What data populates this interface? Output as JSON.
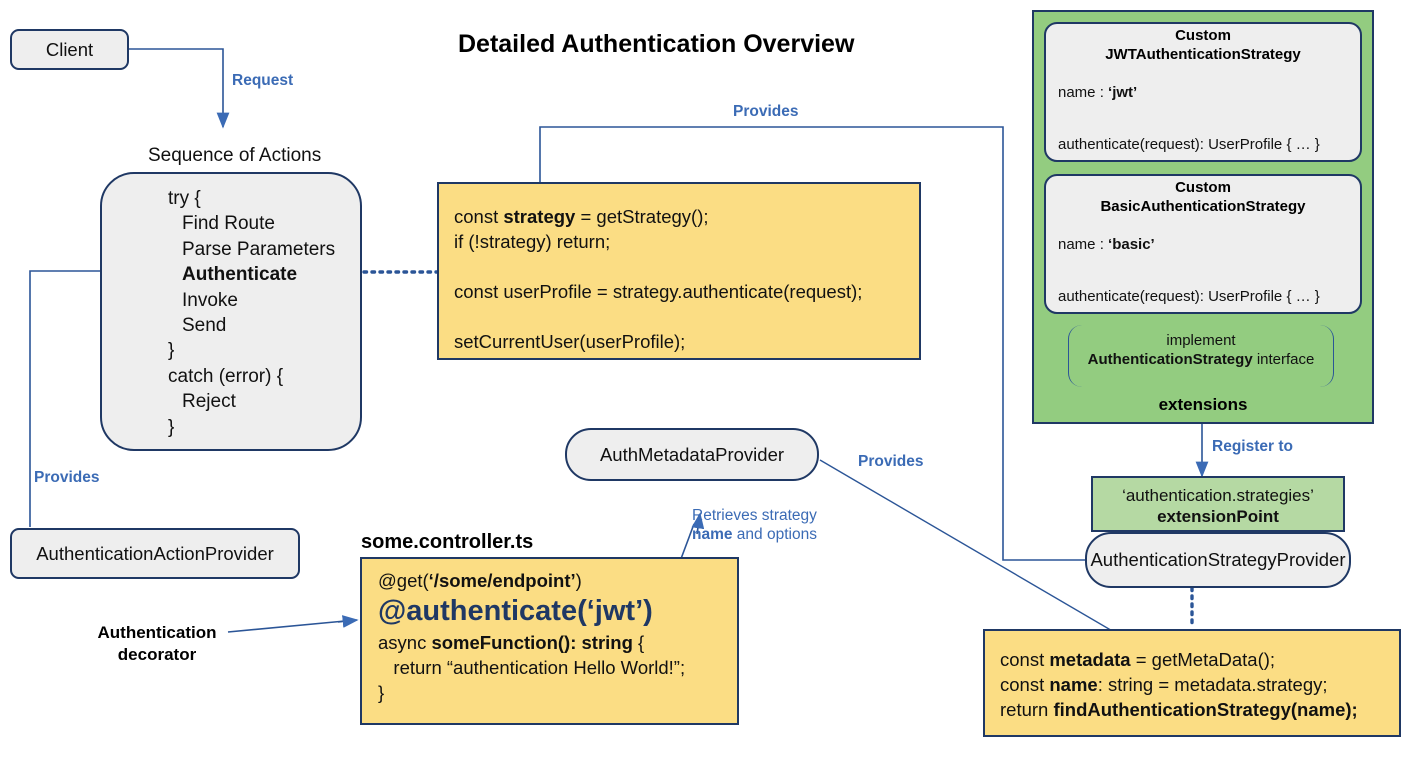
{
  "title": "Detailed Authentication Overview",
  "nodes": {
    "client": "Client",
    "sequence_caption": "Sequence of Actions",
    "sequence_steps": [
      {
        "text": "try {",
        "bold": false,
        "indent": 0
      },
      {
        "text": "Find Route",
        "bold": false,
        "indent": 1
      },
      {
        "text": "Parse Parameters",
        "bold": false,
        "indent": 1
      },
      {
        "text": "Authenticate",
        "bold": true,
        "indent": 1
      },
      {
        "text": "Invoke",
        "bold": false,
        "indent": 1
      },
      {
        "text": "Send",
        "bold": false,
        "indent": 1
      },
      {
        "text": "}",
        "bold": false,
        "indent": 0
      },
      {
        "text": "catch (error) {",
        "bold": false,
        "indent": 0
      },
      {
        "text": "Reject",
        "bold": false,
        "indent": 1
      },
      {
        "text": "}",
        "bold": false,
        "indent": 0
      }
    ],
    "auth_action_provider": "AuthenticationActionProvider",
    "auth_metadata_provider": "AuthMetadataProvider",
    "auth_strategy_provider": "AuthenticationStrategyProvider",
    "extension_point_line1": "‘authentication.strategies’",
    "extension_point_line2": "extensionPoint",
    "extensions_label": "extensions",
    "brace_line1": "implement",
    "brace_line2_bold": "AuthenticationStrategy",
    "brace_line2_rest": " interface",
    "decorator_label": "Authentication\ndecorator",
    "file_label": "some.controller.ts"
  },
  "code_auth": {
    "lines": [
      [
        {
          "t": "const ",
          "b": false
        },
        {
          "t": "strategy",
          "b": true
        },
        {
          "t": " = getStrategy();",
          "b": false
        }
      ],
      [
        {
          "t": "if (!strategy) return;",
          "b": false
        }
      ],
      [
        {
          "t": "",
          "b": false
        }
      ],
      [
        {
          "t": "const userProfile = strategy.authenticate(request);",
          "b": false
        }
      ],
      [
        {
          "t": "",
          "b": false
        }
      ],
      [
        {
          "t": "setCurrentUser(userProfile);",
          "b": false
        }
      ]
    ]
  },
  "code_controller": {
    "lines": [
      [
        {
          "t": "@get(",
          "b": false
        },
        {
          "t": "‘/some/endpoint’",
          "b": true
        },
        {
          "t": ")",
          "b": false
        }
      ],
      [
        {
          "t": "@authenticate(‘jwt’)",
          "b": true,
          "big": true
        }
      ],
      [
        {
          "t": "async ",
          "b": false
        },
        {
          "t": "someFunction(): string",
          "b": true
        },
        {
          "t": " {",
          "b": false
        }
      ],
      [
        {
          "t": "   return “authentication Hello World!”;",
          "b": false
        }
      ],
      [
        {
          "t": "}",
          "b": false
        }
      ]
    ]
  },
  "code_strategy": {
    "lines": [
      [
        {
          "t": "const ",
          "b": false
        },
        {
          "t": "metadata",
          "b": true
        },
        {
          "t": " = getMetaData();",
          "b": false
        }
      ],
      [
        {
          "t": "const ",
          "b": false
        },
        {
          "t": "name",
          "b": true
        },
        {
          "t": ": string = metadata.strategy;",
          "b": false
        }
      ],
      [
        {
          "t": "return ",
          "b": false
        },
        {
          "t": "findAuthenticationStrategy(name);",
          "b": true
        }
      ]
    ]
  },
  "strategy_cards": [
    {
      "title_line1": "Custom",
      "title_line2": "JWTAuthenticationStrategy",
      "name_prefix": "name : ",
      "name_value": "‘jwt’",
      "method": "authenticate(request): UserProfile { … }"
    },
    {
      "title_line1": "Custom",
      "title_line2": "BasicAuthenticationStrategy",
      "name_prefix": "name : ",
      "name_value": "‘basic’",
      "method": "authenticate(request): UserProfile { … }"
    }
  ],
  "edges": {
    "request": "Request",
    "provides_top": "Provides",
    "provides_left": "Provides",
    "provides_metadata": "Provides",
    "register_to": "Register to",
    "retrieves_line1": "Retrieves strategy",
    "retrieves_line2_bold": "name",
    "retrieves_line2_rest": " and options"
  },
  "colors": {
    "border": "#1f3864",
    "accent_blue": "#3b6bb5",
    "yellow": "#fbdd84",
    "green": "#93cc80",
    "green_light": "#b5d9a3",
    "grey": "#eeeeee"
  }
}
